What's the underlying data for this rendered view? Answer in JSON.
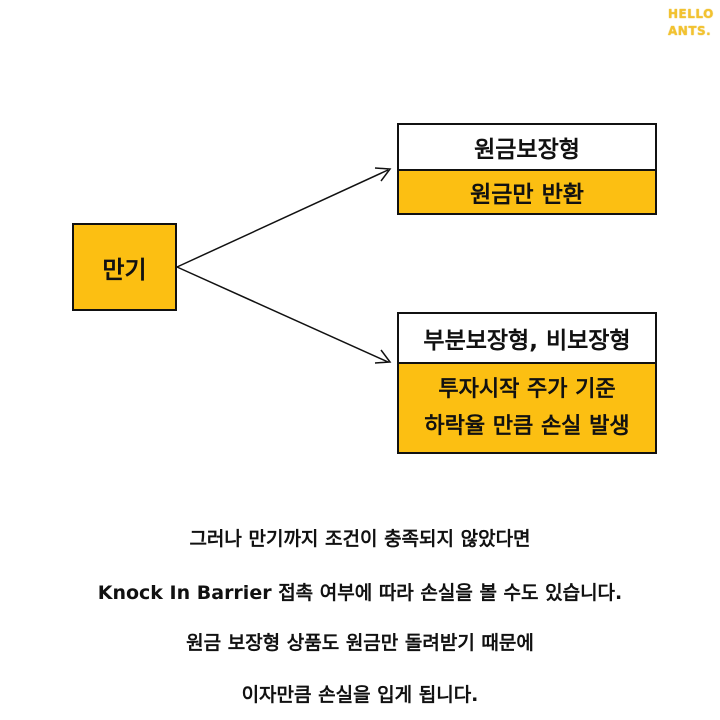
{
  "watermark": {
    "line1": "HELLO",
    "line2": "ANTS."
  },
  "diagram": {
    "start_label": "만기",
    "branch_top": {
      "header": "원금보장형",
      "result": "원금만 반환"
    },
    "branch_bottom": {
      "header": "부분보장형, 비보장형",
      "result_line1": "투자시작 주가 기준",
      "result_line2": "하락율 만큼 손실 발생"
    }
  },
  "description": {
    "line1": "그러나 만기까지 조건이 충족되지 않았다면",
    "line2": "Knock In Barrier 접촉 여부에 따라 손실을 볼 수도 있습니다.",
    "line3": "원금 보장형 상품도 원금만 돌려받기 때문에",
    "line4": "이자만큼 손실을 입게 됩니다."
  },
  "colors": {
    "accent": "#fcbf12",
    "border": "#111111",
    "watermark": "#f3c22f"
  }
}
